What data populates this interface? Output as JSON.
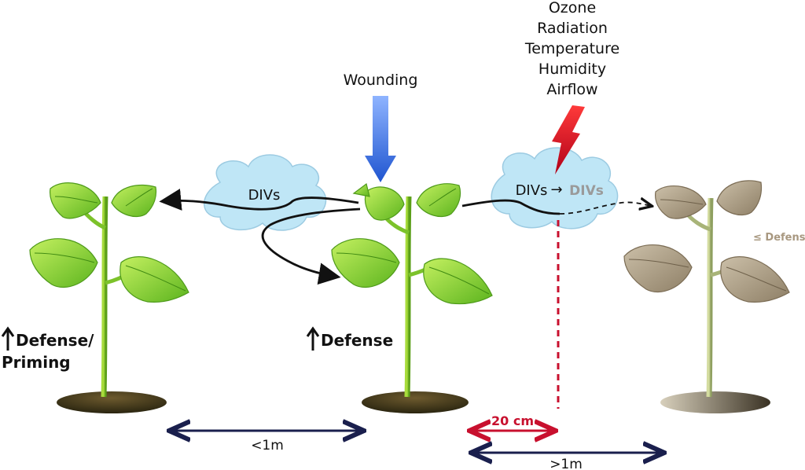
{
  "stressors": [
    "Ozone",
    "Radiation",
    "Temperature",
    "Humidity",
    "Airflow"
  ],
  "labels": {
    "wounding": "Wounding",
    "divs_left": "DIVs",
    "divs_right": "DIVs",
    "divs_degraded": "DIVs",
    "defense_priming_line1": "Defense/",
    "defense_priming_line2": "Priming",
    "defense_center": "Defense",
    "defense_right": "≤ Defense",
    "dist_20cm": "20 cm",
    "dist_lt1m": "<1m",
    "dist_gt1m": ">1m"
  },
  "colors": {
    "leaf_green": "#8cd43a",
    "leaf_dark": "#4e9a1a",
    "leaf_brown": "#b2a288",
    "cloud": "#bfe6f6",
    "wounding_arrow": "#2f6fe0",
    "bolt": "#c8102e",
    "ruler": "#1a1f4d",
    "red": "#c8102e"
  }
}
